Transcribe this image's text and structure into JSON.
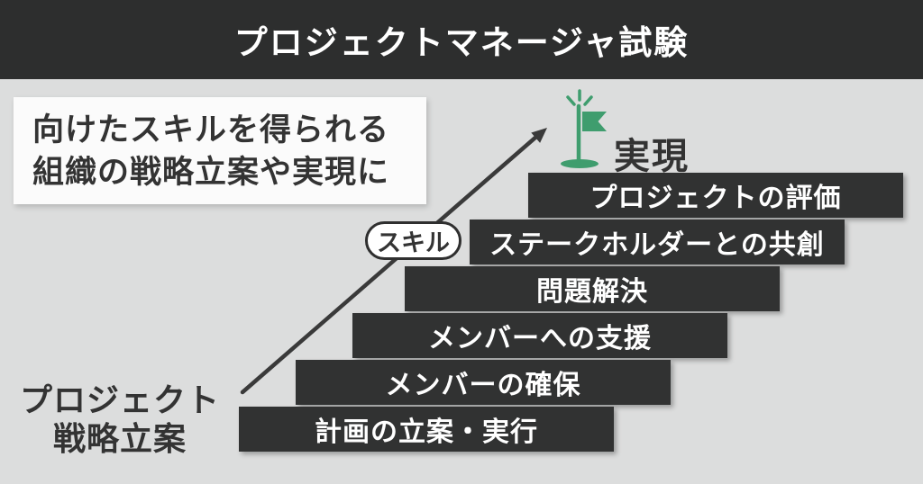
{
  "header": {
    "title": "プロジェクトマネージャ試験"
  },
  "callout": {
    "line1": "向けたスキルを得られる",
    "line2": "組織の戦略立案や実現に"
  },
  "goal": {
    "label": "実現",
    "icon": "flag-icon"
  },
  "skill_badge": {
    "label": "スキル"
  },
  "start_label": {
    "line1": "プロジェクト",
    "line2": "戦略立案"
  },
  "steps": [
    {
      "label": "プロジェクトの評価"
    },
    {
      "label": "ステークホルダーとの共創"
    },
    {
      "label": "問題解決"
    },
    {
      "label": "メンバーへの支援"
    },
    {
      "label": "メンバーの確保"
    },
    {
      "label": "計画の立案・実行"
    }
  ],
  "colors": {
    "background": "#dcdddd",
    "header_bg": "#2d2e2e",
    "bar_bg": "#313232",
    "accent_green": "#3f9d6e",
    "arrow": "#3a3a3a",
    "text_dark": "#333333",
    "text_light": "#ffffff"
  }
}
